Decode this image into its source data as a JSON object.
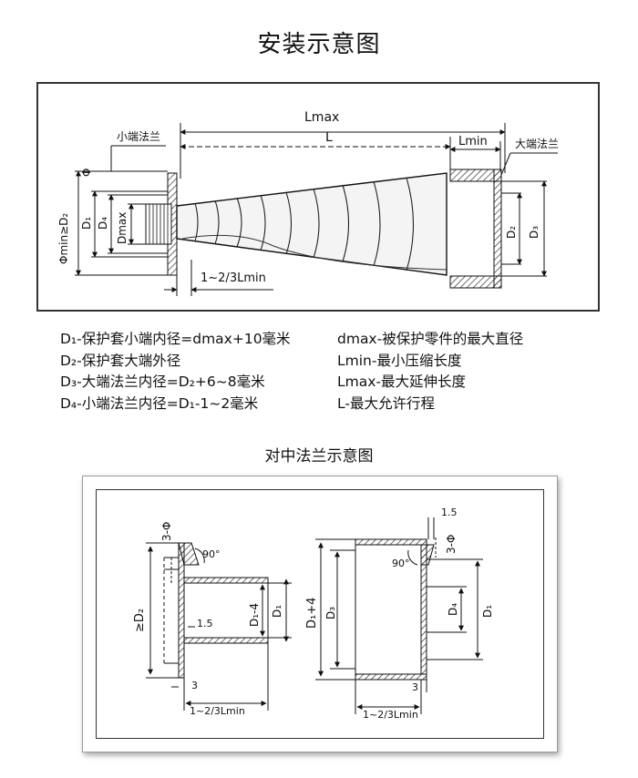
{
  "title": "安装示意图",
  "subtitle": "对中法兰示意图",
  "diagram1": {
    "labels": {
      "lmax": "Lmax",
      "l": "L",
      "lmin": "Lmin",
      "small_flange": "小端法兰",
      "large_flange": "大端法兰",
      "phi": "Φ",
      "phimin": "Φmin≥D₂",
      "d1": "D₁",
      "d4": "D₄",
      "dmax": "Dmax",
      "d2": "D₂",
      "d3": "D₃",
      "lmin_ratio": "1~2/3Lmin"
    }
  },
  "legend": {
    "left": [
      "D₁-保护套小端内径=dmax+10毫米",
      "D₂-保护套大端外径",
      "D₃-大端法兰内径=D₂+6~8毫米",
      "D₄-小端法兰内径=D₁-1~2毫米"
    ],
    "right": [
      "dmax-被保护零件的最大直径",
      "Lmin-最小压缩长度",
      "Lmax-最大延伸长度",
      "L-最大允许行程"
    ]
  },
  "diagram2": {
    "left": {
      "phi": "3-Φ",
      "angle": "90°",
      "d2": "≥D₂",
      "d1m4": "D₁-4",
      "d1": "D₁",
      "t15": "1.5",
      "t3": "3",
      "lmin_ratio": "1~2/3Lmin"
    },
    "right": {
      "t15": "1.5",
      "phi": "3-Φ",
      "angle": "90°",
      "d1p4": "D₁+4",
      "d3": "D₃",
      "d4": "D₄",
      "d1": "D₁",
      "t3": "3",
      "lmin_ratio": "1~2/3Lmin"
    }
  }
}
